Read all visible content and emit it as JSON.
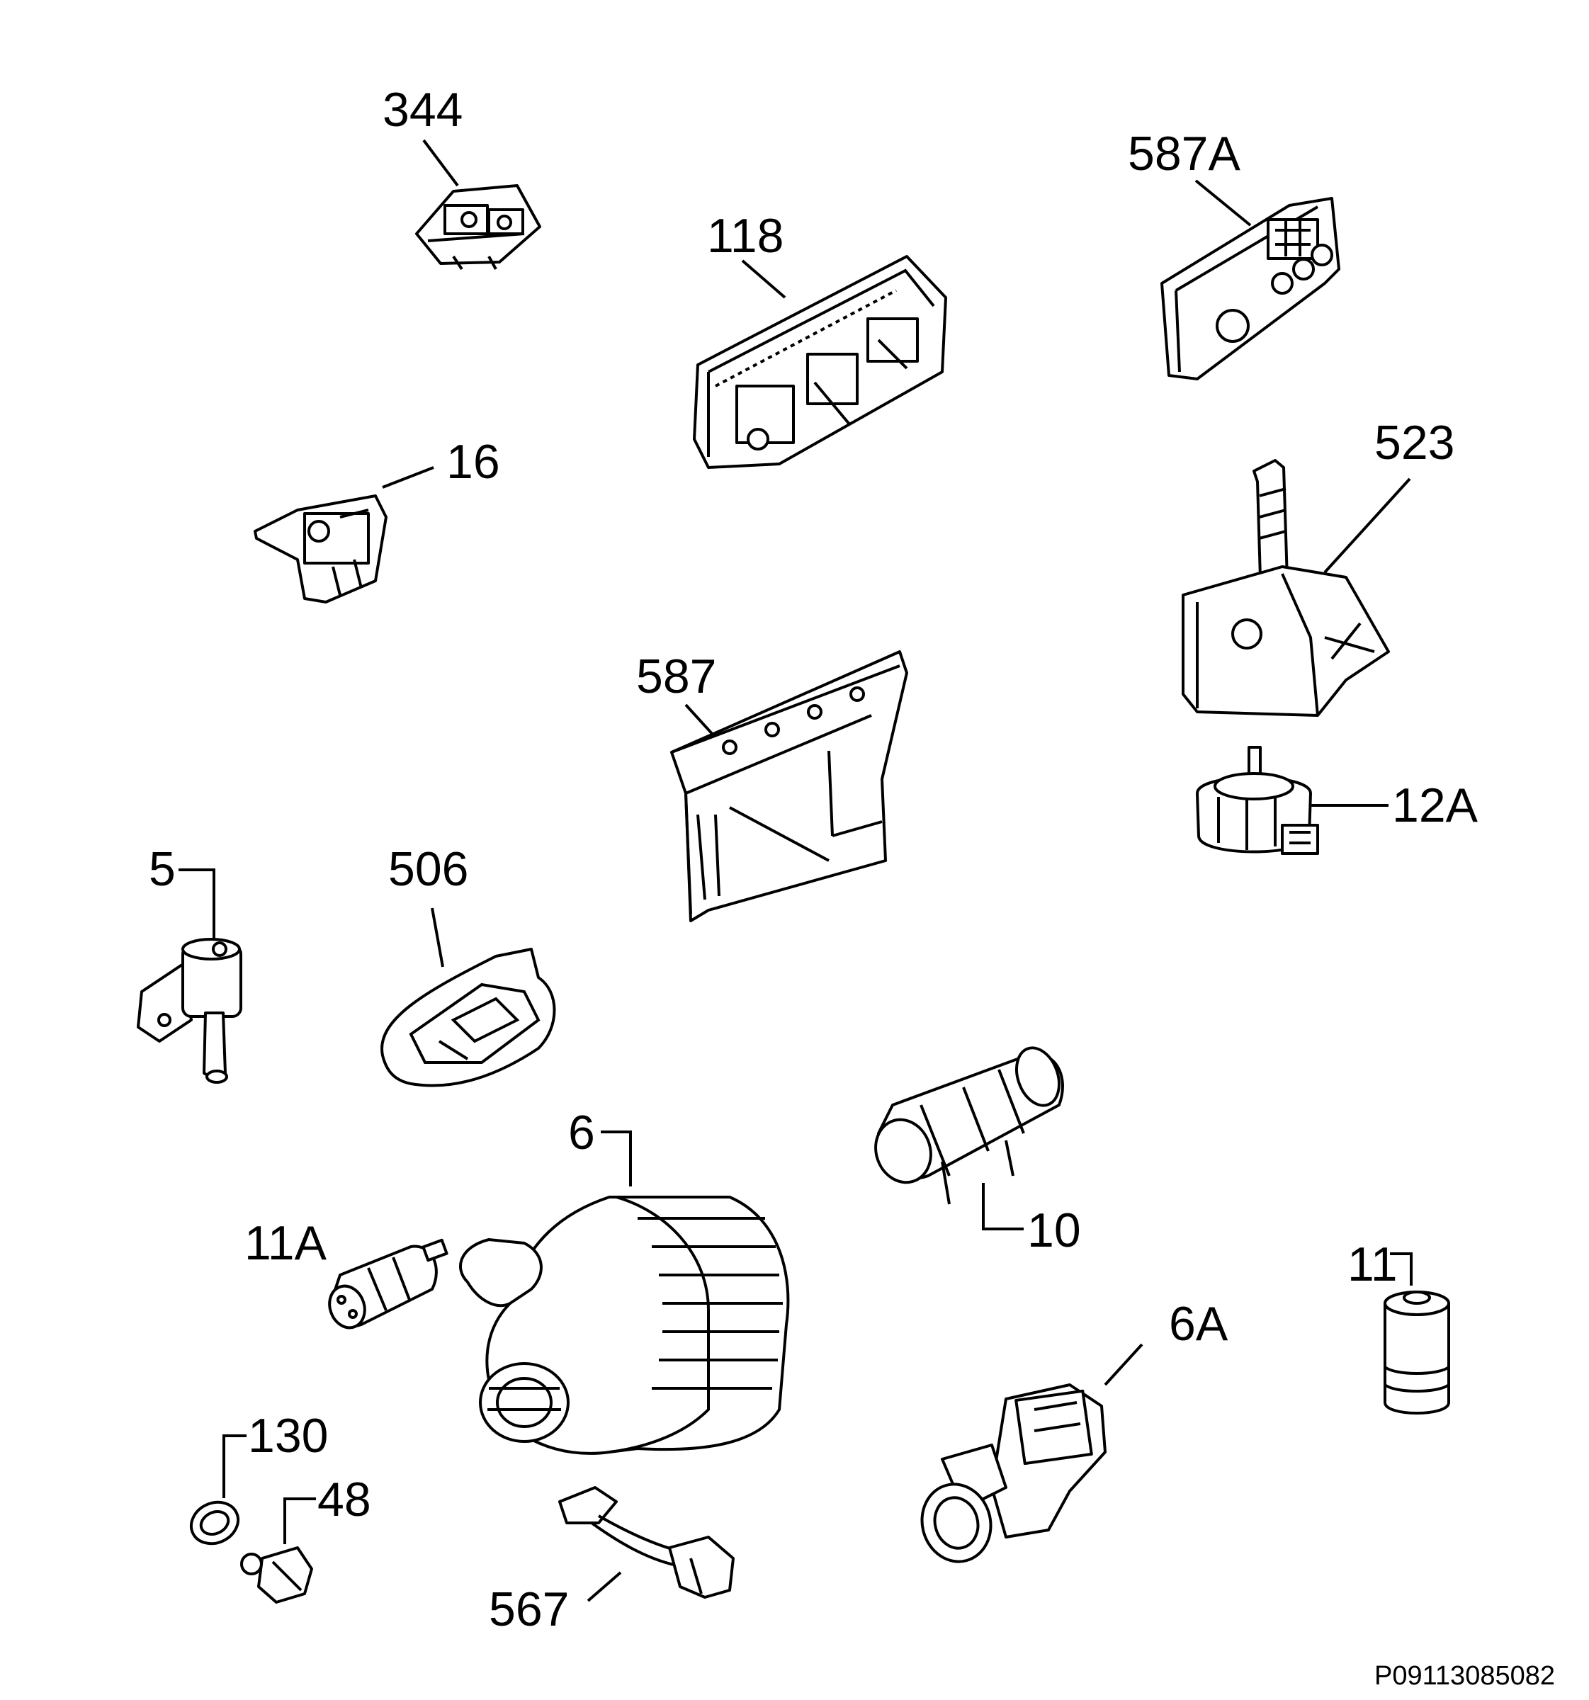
{
  "diagram": {
    "labels": {
      "p344": "344",
      "p118": "118",
      "p587A": "587A",
      "p16": "16",
      "p523": "523",
      "p587": "587",
      "p12A": "12A",
      "p5": "5",
      "p506": "506",
      "p6": "6",
      "p10": "10",
      "p11A": "11A",
      "p11": "11",
      "p6A": "6A",
      "p130": "130",
      "p48": "48",
      "p567": "567"
    },
    "reference_code": "P09113085082"
  }
}
